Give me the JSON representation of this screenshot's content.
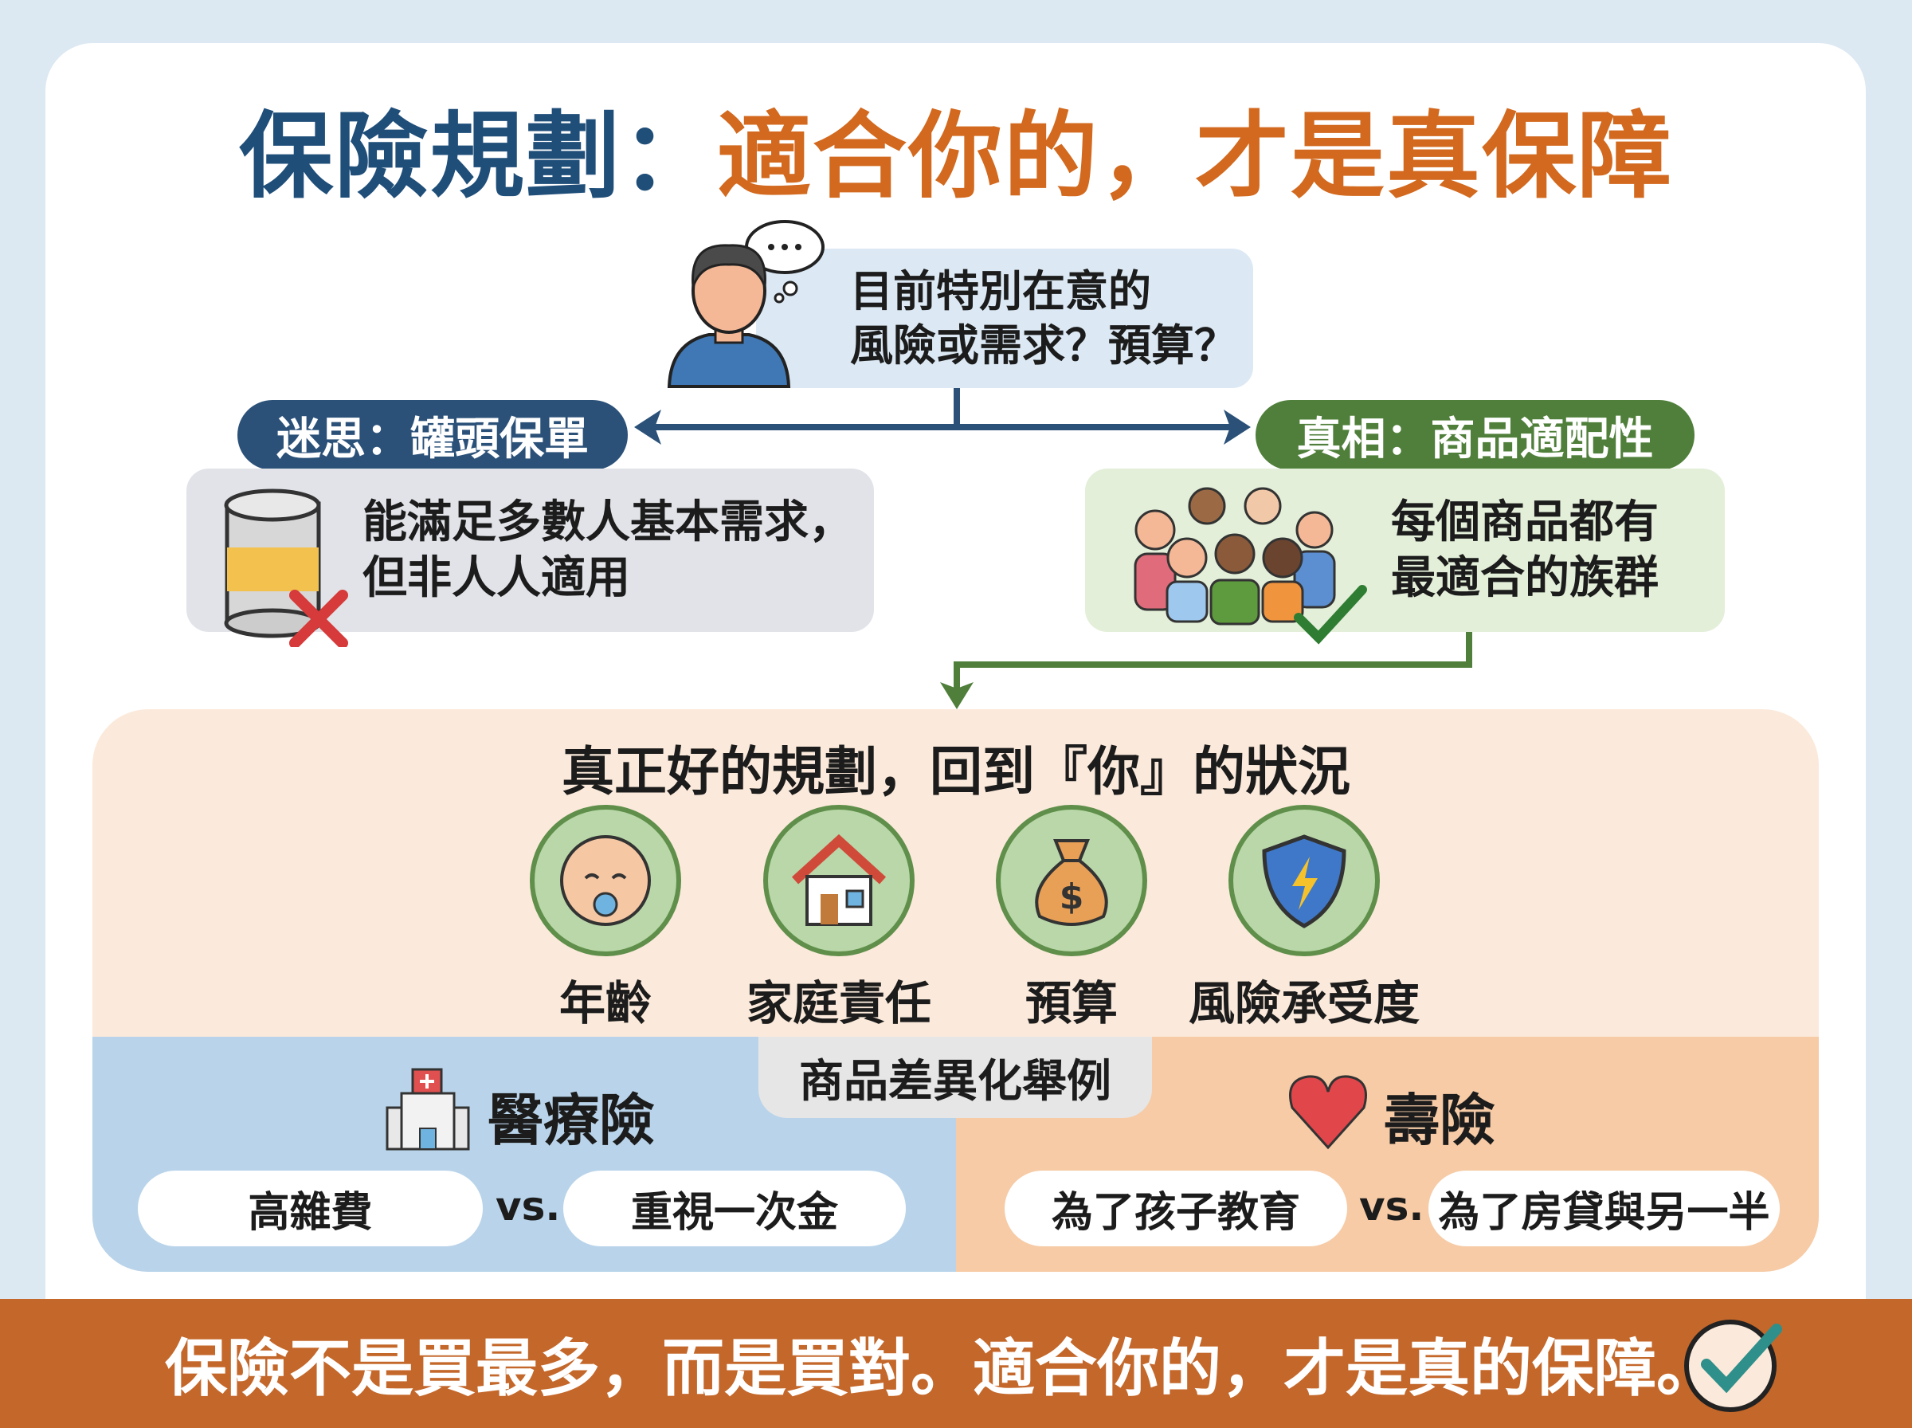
{
  "title": {
    "part1": "保險規劃：",
    "part2": "適合你的，才是真保障"
  },
  "question": {
    "line1": "目前特別在意的",
    "line2": "風險或需求？預算？"
  },
  "myth": {
    "label": "迷思：罐頭保單",
    "line1": "能滿足多數人基本需求，",
    "line2": "但非人人適用"
  },
  "truth": {
    "label": "真相：商品適配性",
    "line1": "每個商品都有",
    "line2": "最適合的族群"
  },
  "planning": {
    "heading": "真正好的規劃，回到『你』的狀況",
    "factors": [
      {
        "label": "年齡",
        "icon": "baby-icon"
      },
      {
        "label": "家庭責任",
        "icon": "house-icon"
      },
      {
        "label": "預算",
        "icon": "money-bag-icon"
      },
      {
        "label": "風險承受度",
        "icon": "shield-icon"
      }
    ]
  },
  "examples": {
    "tab": "商品差異化舉例",
    "medical": {
      "title": "醫療險",
      "option1": "高雜費",
      "vs": "vs.",
      "option2": "重視一次金"
    },
    "life": {
      "title": "壽險",
      "option1": "為了孩子教育",
      "vs": "vs.",
      "option2": "為了房貸與另一半"
    }
  },
  "footer": {
    "text": "保險不是買最多，而是買對。適合你的，才是真的保障。"
  },
  "colors": {
    "blue": "#1f4e79",
    "orange": "#d2691e",
    "green": "#4f7f3a",
    "footer": "#c4672a"
  }
}
